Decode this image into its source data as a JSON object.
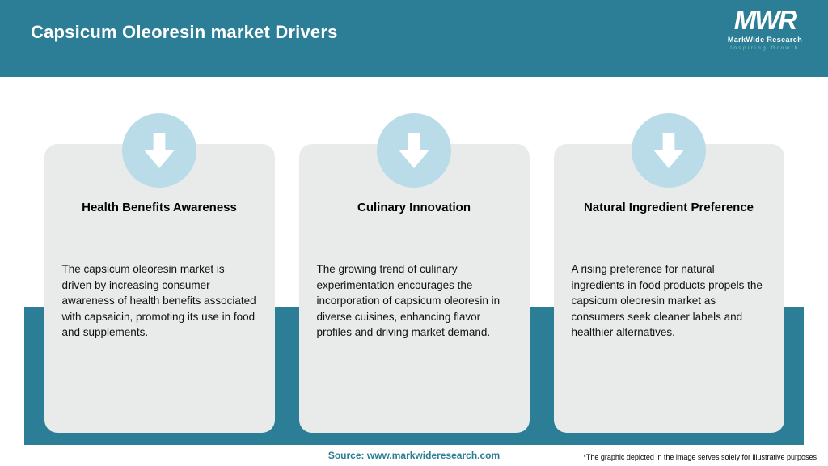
{
  "header": {
    "title": "Capsicum Oleoresin market Drivers",
    "logo": {
      "acronym": "MWR",
      "name": "MarkWide Research",
      "tagline": "Inspiring Growth"
    }
  },
  "cards": [
    {
      "icon": "down-arrow-icon",
      "title": "Health Benefits Awareness",
      "body": "The capsicum oleoresin market is driven by increasing consumer awareness of health benefits associated with capsaicin, promoting its use in food and supplements."
    },
    {
      "icon": "down-arrow-icon",
      "title": "Culinary Innovation",
      "body": "The growing trend of culinary experimentation encourages the incorporation of capsicum oleoresin in diverse cuisines, enhancing flavor profiles and driving market demand."
    },
    {
      "icon": "down-arrow-icon",
      "title": "Natural Ingredient Preference",
      "body": "A rising preference for natural ingredients in food products propels the capsicum oleoresin market as consumers seek cleaner labels and healthier alternatives."
    }
  ],
  "footer": {
    "source": "Source: www.markwideresearch.com",
    "disclaimer": "*The graphic depicted in the image serves solely for illustrative purposes"
  },
  "colors": {
    "teal": "#2b7e95",
    "circle_blue": "#badce8",
    "card_gray": "#e9ebeb",
    "tagline_green": "#7fcdb9"
  }
}
